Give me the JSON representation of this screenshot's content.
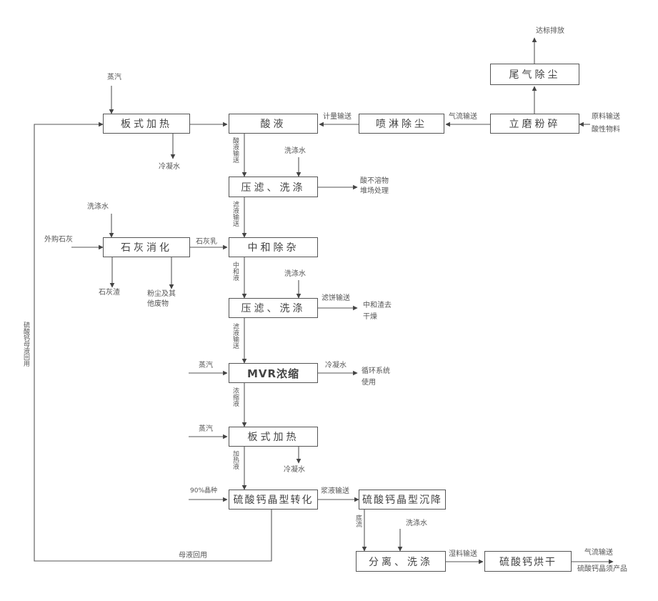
{
  "boxes": {
    "plate_heating_top": "板式加热",
    "acid_tank": "酸液",
    "jet_mixing": "喷淋除尘",
    "grinding": "立磨粉碎",
    "tail_gas_dust": "尾气除尘",
    "press_filter_1": "压滤、洗涤",
    "lime_slaking": "石灰消化",
    "neutralization": "中和除杂",
    "press_filter_2": "压滤、洗涤",
    "mvr": "MVR浓缩",
    "plate_heating_mid": "板式加热",
    "crystal_conversion": "硫酸钙晶型转化",
    "crystal_settling": "硫酸钙晶型沉降",
    "separation_washing": "分离、洗涤",
    "drying": "硫酸钙烘干"
  },
  "labels": {
    "steam_top": "蒸汽",
    "cooling_water_top": "冷凝水",
    "metering_top": "计量输送",
    "pneumatic_1": "气流输送",
    "raw_materials_1": "原料输送",
    "raw_materials_2": "酸性物料",
    "emission": "达标排放",
    "wash_water_1": "洗涤水",
    "residue_1_a": "酸不溶物",
    "residue_1_b": "堆场处理",
    "wash_water_2": "洗涤水",
    "limestone_feed": "外购石灰",
    "lime_milk": "石灰乳",
    "lime_residue": "石灰渣",
    "lime_waste_a": "粉尘及其",
    "lime_waste_b": "他废物",
    "wash_water_3": "洗涤水",
    "filter_out_2": "滤饼输送",
    "residue_2_a": "中和渣去",
    "residue_2_b": "干燥",
    "steam_mvr": "蒸汽",
    "condensate_mvr": "冷凝水",
    "reuse_a": "循环系统",
    "reuse_b": "使用",
    "steam_mid": "蒸汽",
    "cooling_water_mid": "冷凝水",
    "seed_in": "90%晶种",
    "slurry_out": "浆液输送",
    "mother_liquor": "母液回用",
    "wash_water_4": "洗涤水",
    "wet_transport": "湿料输送",
    "gas_transport": "气流输送",
    "product": "硫酸钙晶须产品",
    "acid_t1": "酸液输送",
    "acid_t2": "滤液输送",
    "acid_t3": "中和液",
    "acid_t4": "滤液输送",
    "acid_t5": "浓缩液",
    "acid_t6": "加热液",
    "acid_t7": "底流",
    "recycle_loop": "硫酸钙母液回用"
  },
  "accent_color": "#555555"
}
